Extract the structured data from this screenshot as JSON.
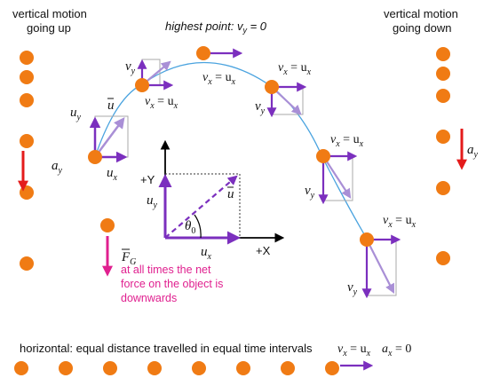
{
  "title_top": "highest point: v",
  "title_top_sub": "y",
  "title_top_tail": " = 0",
  "left_heading_line1": "vertical motion",
  "left_heading_line2": "going up",
  "right_heading_line1": "vertical motion",
  "right_heading_line2": "going down",
  "axis_y_label": "+Y",
  "axis_x_label": "+X",
  "theta_label": "θ",
  "theta_sub": "0",
  "u_label": "u",
  "ux_main": "u",
  "ux_sub": "x",
  "uy_main": "u",
  "uy_sub": "y",
  "vx_main": "v",
  "vx_sub": "x",
  "vy_main": "v",
  "vy_sub": "y",
  "vx_eq_ux": " = u",
  "ay_main": "a",
  "ay_sub": "y",
  "force_main": "F",
  "force_sub": "G",
  "force_note_line1": "at all times the net",
  "force_note_line2": "force on the object is",
  "force_note_line3": "downwards",
  "horizontal_note": "horizontal: equal distance travelled in equal time intervals",
  "ax_main": "a",
  "ax_sub": "x",
  "ax_tail": " = 0",
  "colors": {
    "ball": "#f07b14",
    "vector": "#7b2fbe",
    "vector_light": "#a98fd6",
    "accel": "#e41b1b",
    "force": "#e0208f",
    "path": "#4aa3df"
  }
}
